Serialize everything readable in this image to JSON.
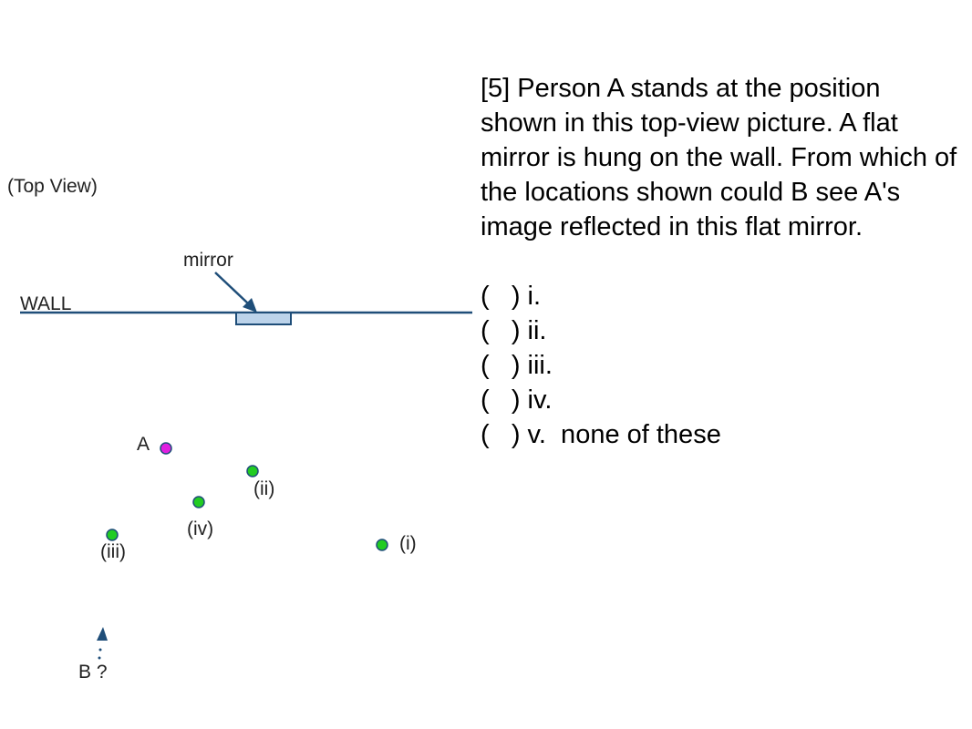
{
  "diagram": {
    "view_label": "(Top View)",
    "mirror_label": "mirror",
    "wall_label": "WALL",
    "points": {
      "a": {
        "label": "A",
        "color": "#e020e0"
      },
      "i": {
        "label": "(i)",
        "color": "#22cc22"
      },
      "ii": {
        "label": "(ii)",
        "color": "#22cc22"
      },
      "iii": {
        "label": "(iii)",
        "color": "#22cc22"
      },
      "iv": {
        "label": "(iv)",
        "color": "#22cc22"
      }
    },
    "b_label": "B ?",
    "line_color": "#1f4e79",
    "mirror_fill": "#bcd3ea"
  },
  "question": {
    "text": "[5] Person A stands at the position shown in this top-view picture.  A flat mirror is hung on the wall.  From which of the locations shown could B see A's image reflected in this flat mirror.",
    "options": [
      "(   ) i.",
      "(   ) ii.",
      "(   ) iii.",
      "(   ) iv.",
      "(   ) v.  none of these"
    ]
  }
}
